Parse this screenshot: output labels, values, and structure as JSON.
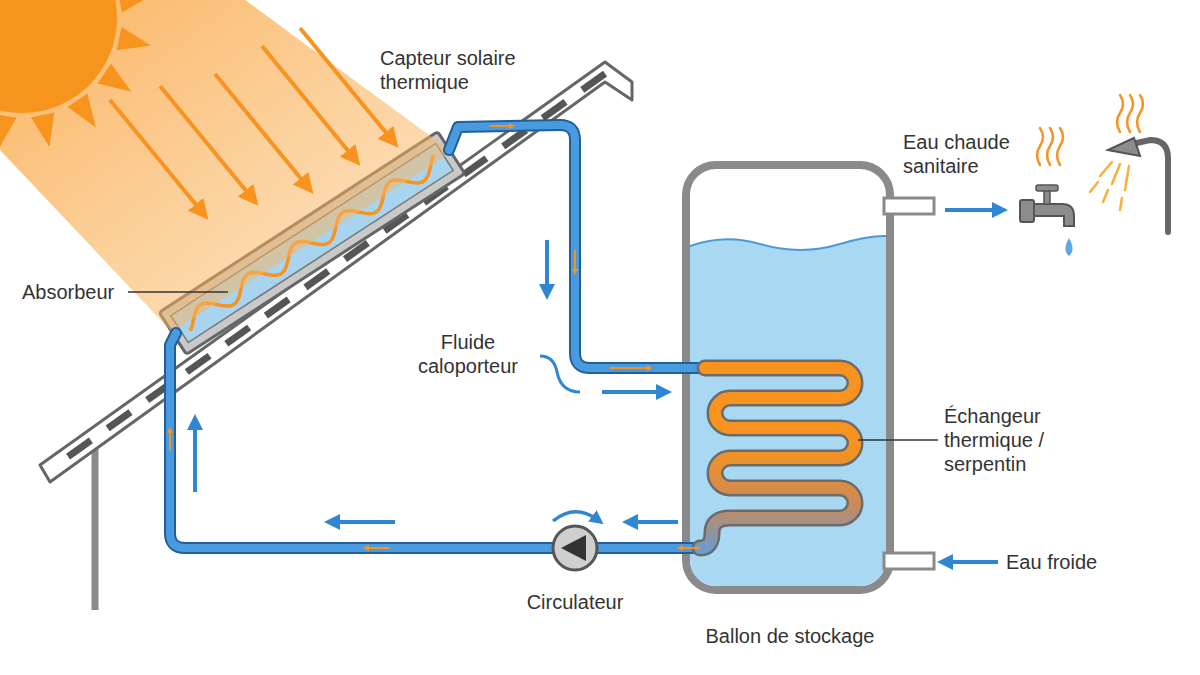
{
  "diagram": {
    "labels": [
      "Capteur solaire thermique",
      "Absorbeur",
      "Fluide caloporteur",
      "Eau chaude sanitaire",
      "Échangeur thermique / serpentin",
      "Circulateur",
      "Eau froide",
      "Ballon de stockage"
    ]
  }
}
